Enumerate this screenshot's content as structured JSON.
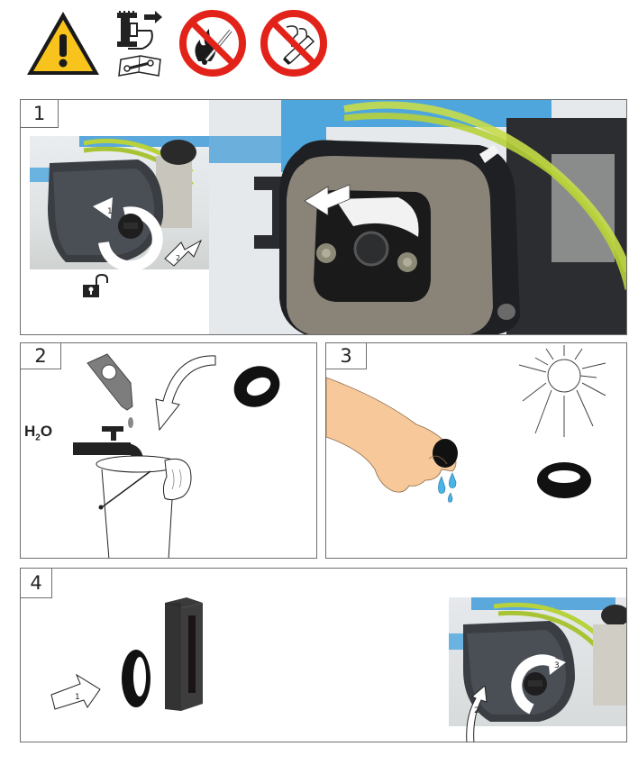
{
  "safety_icons": [
    {
      "name": "warning-triangle",
      "meaning": "General warning"
    },
    {
      "name": "disconnect-spark-plug-consult-manual",
      "meaning": "Disconnect spark plug / consult manual"
    },
    {
      "name": "no-open-flame",
      "meaning": "No open flame"
    },
    {
      "name": "no-smoking",
      "meaning": "No smoking"
    }
  ],
  "steps": [
    {
      "number": "1",
      "arrows": {
        "rotate_label": "1",
        "push_label": "2"
      },
      "lock_state": "unlocked"
    },
    {
      "number": "2",
      "water_label": "H",
      "water_sub": "2",
      "water_suffix": "O"
    },
    {
      "number": "3"
    },
    {
      "number": "4",
      "arrows": {
        "insert_label": "1",
        "lift_label": "2",
        "rotate_label": "3"
      }
    }
  ],
  "colors": {
    "warning_yellow": "#f7c31c",
    "prohibit_red": "#e2231a",
    "border": "#6e6e6e",
    "machine_blue": "#4fa6dc",
    "fuel_line": "#b7d23a",
    "foam": "#8a8378",
    "skin": "#f6c89a",
    "water_drop": "#4ab4e8"
  }
}
